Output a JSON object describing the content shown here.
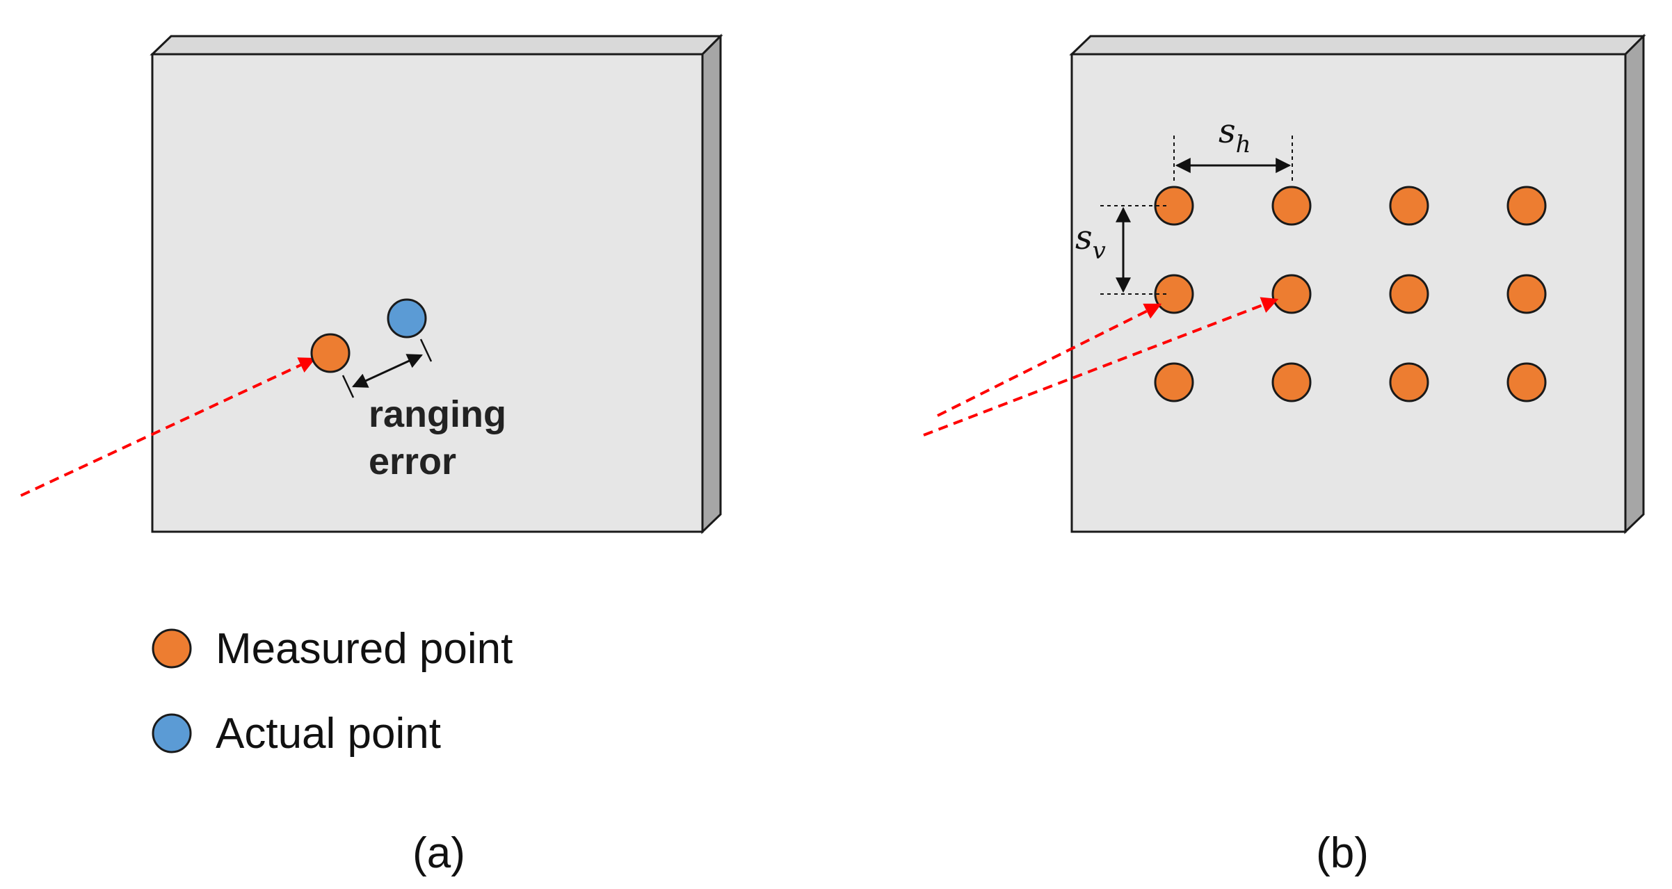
{
  "panels": {
    "a": {
      "caption": "(a)",
      "ranging_label_line1": "ranging",
      "ranging_label_line2": "error"
    },
    "b": {
      "caption": "(b)",
      "spacing_h_main": "s",
      "spacing_h_sub": "h",
      "spacing_v_main": "s",
      "spacing_v_sub": "v",
      "grid": {
        "rows": 3,
        "cols": 4
      }
    }
  },
  "legend": {
    "measured_label": "Measured point",
    "actual_label": "Actual point"
  },
  "colors": {
    "measured": "#ED7D31",
    "actual": "#5B9BD5",
    "board_face": "#E6E6E6",
    "board_side": "#A6A6A6",
    "board_top": "#D9D9D9",
    "ray": "#FF0000",
    "outline": "#1a1a1a"
  }
}
